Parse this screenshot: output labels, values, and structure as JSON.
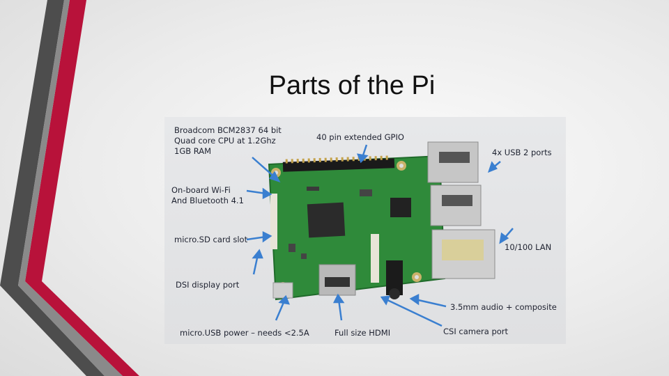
{
  "slide": {
    "title": "Parts of the Pi"
  },
  "photo": {
    "labels": {
      "cpu": [
        "Broadcom BCM2837 64 bit",
        "Quad core CPU at 1.2Ghz",
        "1GB RAM"
      ],
      "gpio": "40 pin extended GPIO",
      "usb": "4x USB 2 ports",
      "wifi": [
        "On-board Wi-Fi",
        "And Bluetooth 4.1"
      ],
      "sd": "micro.SD card slot",
      "lan": "10/100 LAN",
      "dsi": "DSI display port",
      "audio": "3.5mm audio + composite",
      "power": "micro.USB power – needs <2.5A",
      "hdmi": "Full size HDMI",
      "csi": "CSI camera port"
    }
  },
  "colors": {
    "accent_red": "#b8123a",
    "accent_dark": "#4a4a4a",
    "board_green": "#2f8a3a",
    "arrow_blue": "#3a7fd0"
  }
}
